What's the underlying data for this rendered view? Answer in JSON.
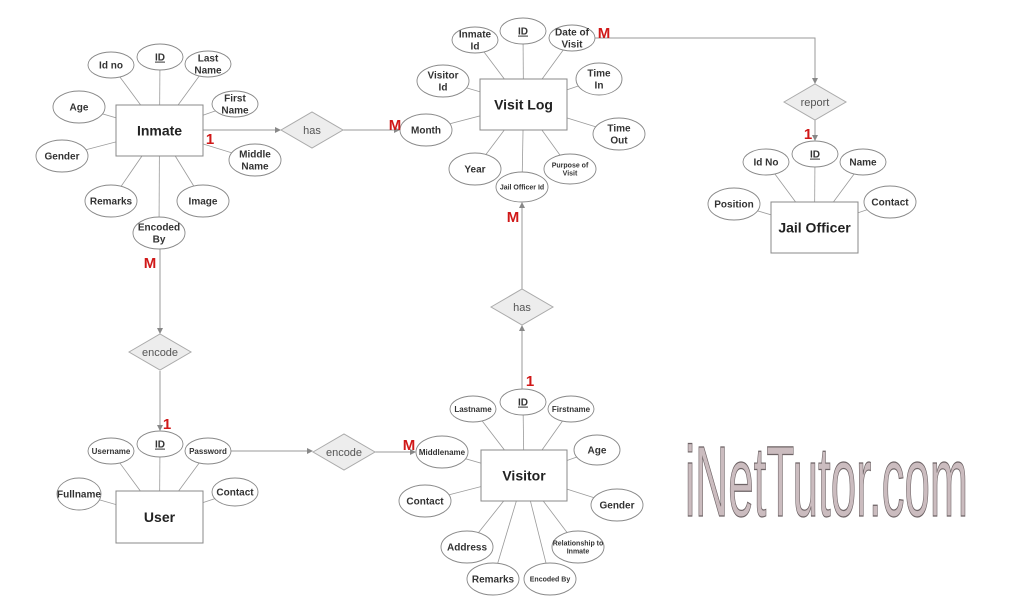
{
  "entities": [
    {
      "id": "inmate",
      "label": "Inmate",
      "attributes": [
        {
          "id": "idno",
          "label": "Id no"
        },
        {
          "id": "id",
          "label": "ID",
          "key": true
        },
        {
          "id": "lastname",
          "label": "Last Name"
        },
        {
          "id": "firstname",
          "label": "First Name"
        },
        {
          "id": "middlename",
          "label": "Middle Name"
        },
        {
          "id": "image",
          "label": "Image"
        },
        {
          "id": "remarks",
          "label": "Remarks"
        },
        {
          "id": "age",
          "label": "Age"
        },
        {
          "id": "gender",
          "label": "Gender"
        },
        {
          "id": "encodedby",
          "label": "Encoded By"
        }
      ]
    },
    {
      "id": "visitlog",
      "label": "Visit Log",
      "attributes": [
        {
          "id": "inmateid",
          "label": "Inmate Id"
        },
        {
          "id": "id",
          "label": "ID",
          "key": true
        },
        {
          "id": "dateofvisit",
          "label": "Date of Visit"
        },
        {
          "id": "timein",
          "label": "Time In"
        },
        {
          "id": "timeout",
          "label": "Time Out"
        },
        {
          "id": "purpose",
          "label": "Purpose of Visit"
        },
        {
          "id": "jailofficerid",
          "label": "Jail Officer Id"
        },
        {
          "id": "year",
          "label": "Year"
        },
        {
          "id": "month",
          "label": "Month"
        },
        {
          "id": "visitorid",
          "label": "Visitor Id"
        }
      ]
    },
    {
      "id": "jailofficer",
      "label": "Jail Officer",
      "attributes": [
        {
          "id": "idno",
          "label": "Id No"
        },
        {
          "id": "id",
          "label": "ID",
          "key": true
        },
        {
          "id": "name",
          "label": "Name"
        },
        {
          "id": "position",
          "label": "Position"
        },
        {
          "id": "contact",
          "label": "Contact"
        }
      ]
    },
    {
      "id": "user",
      "label": "User",
      "attributes": [
        {
          "id": "id",
          "label": "ID",
          "key": true
        },
        {
          "id": "username",
          "label": "Username"
        },
        {
          "id": "password",
          "label": "Password"
        },
        {
          "id": "fullname",
          "label": "Fullname"
        },
        {
          "id": "contact",
          "label": "Contact"
        }
      ]
    },
    {
      "id": "visitor",
      "label": "Visitor",
      "attributes": [
        {
          "id": "id",
          "label": "ID",
          "key": true
        },
        {
          "id": "lastname",
          "label": "Lastname"
        },
        {
          "id": "firstname",
          "label": "Firstname"
        },
        {
          "id": "age",
          "label": "Age"
        },
        {
          "id": "gender",
          "label": "Gender"
        },
        {
          "id": "relationship",
          "label": "Relationship to Inmate"
        },
        {
          "id": "encodedby",
          "label": "Encoded By"
        },
        {
          "id": "remarks",
          "label": "Remarks"
        },
        {
          "id": "address",
          "label": "Address"
        },
        {
          "id": "contact",
          "label": "Contact"
        },
        {
          "id": "middlename",
          "label": "Middlename"
        }
      ]
    }
  ],
  "relationships": [
    {
      "id": "has1",
      "label": "has"
    },
    {
      "id": "report",
      "label": "report"
    },
    {
      "id": "has2",
      "label": "has"
    },
    {
      "id": "encode1",
      "label": "encode"
    },
    {
      "id": "encode2",
      "label": "encode"
    }
  ],
  "cardinalities": [
    {
      "id": "c1",
      "label": "1"
    },
    {
      "id": "c2",
      "label": "M"
    },
    {
      "id": "c3",
      "label": "M"
    },
    {
      "id": "c4",
      "label": "1"
    },
    {
      "id": "c5",
      "label": "M"
    },
    {
      "id": "c6",
      "label": "1"
    },
    {
      "id": "c7",
      "label": "M"
    },
    {
      "id": "c8",
      "label": "1"
    },
    {
      "id": "c9",
      "label": "M"
    }
  ],
  "watermark": "iNetTutor.com",
  "colors": {
    "cardinality": "#d01818",
    "line": "#9a9a9a",
    "diamond": "#ededed"
  }
}
